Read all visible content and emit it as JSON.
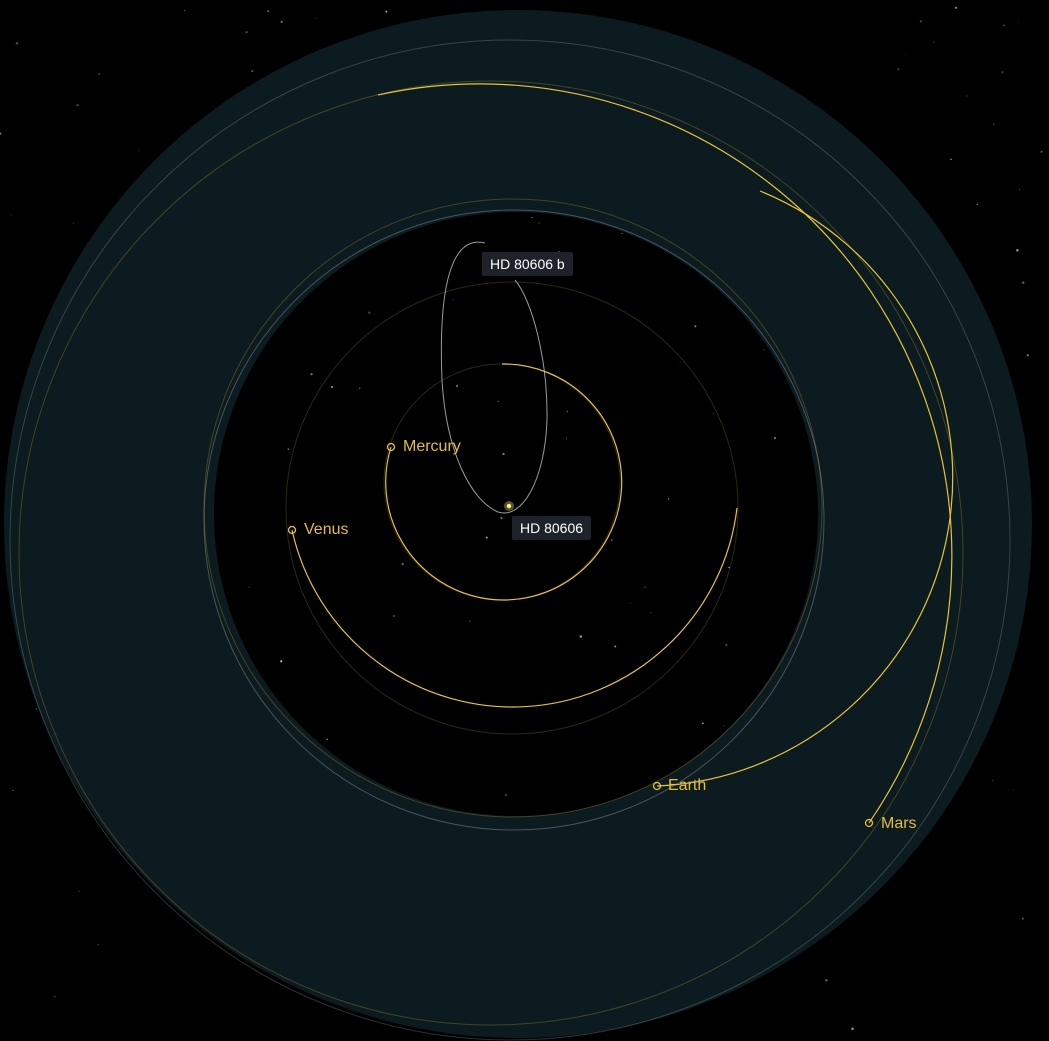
{
  "colors": {
    "background": "#000000",
    "habitable_zone": "#0b1b1f",
    "inner_void": "#000000",
    "solar_planet_orbit": "#e9c13a",
    "solar_planet_label": "#e5bd3c",
    "exoplanet_orbit": "#b9c4c8",
    "star_marker": "#fff27a",
    "tag_background": "#1e222a",
    "tag_text": "#ffffff"
  },
  "diagram": {
    "star": {
      "label": "HD 80606",
      "icon": "star-dot"
    },
    "exoplanet": {
      "label": "HD 80606 b",
      "icon": "orbit-trail"
    },
    "solar_planets": [
      {
        "id": "mercury",
        "label": "Mercury",
        "icon": "planet-ring-marker"
      },
      {
        "id": "venus",
        "label": "Venus",
        "icon": "planet-ring-marker"
      },
      {
        "id": "earth",
        "label": "Earth",
        "icon": "planet-ring-marker"
      },
      {
        "id": "mars",
        "label": "Mars",
        "icon": "planet-ring-marker"
      }
    ],
    "habitable_zone": {
      "shown": true
    }
  }
}
